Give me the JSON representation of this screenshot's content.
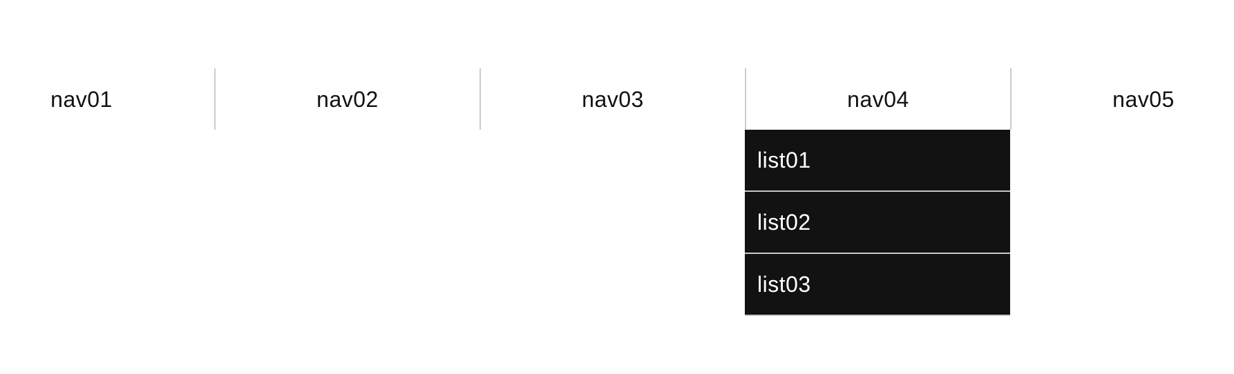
{
  "nav": {
    "items": [
      {
        "label": "nav01"
      },
      {
        "label": "nav02"
      },
      {
        "label": "nav03"
      },
      {
        "label": "nav04",
        "dropdown": [
          "list01",
          "list02",
          "list03"
        ]
      },
      {
        "label": "nav05"
      }
    ]
  },
  "colors": {
    "page_background": "#ffffff",
    "nav_text": "#111111",
    "nav_divider": "#cbcbcb",
    "dropdown_background": "#121212",
    "dropdown_text": "#ffffff",
    "dropdown_divider": "#c9c9c9"
  }
}
